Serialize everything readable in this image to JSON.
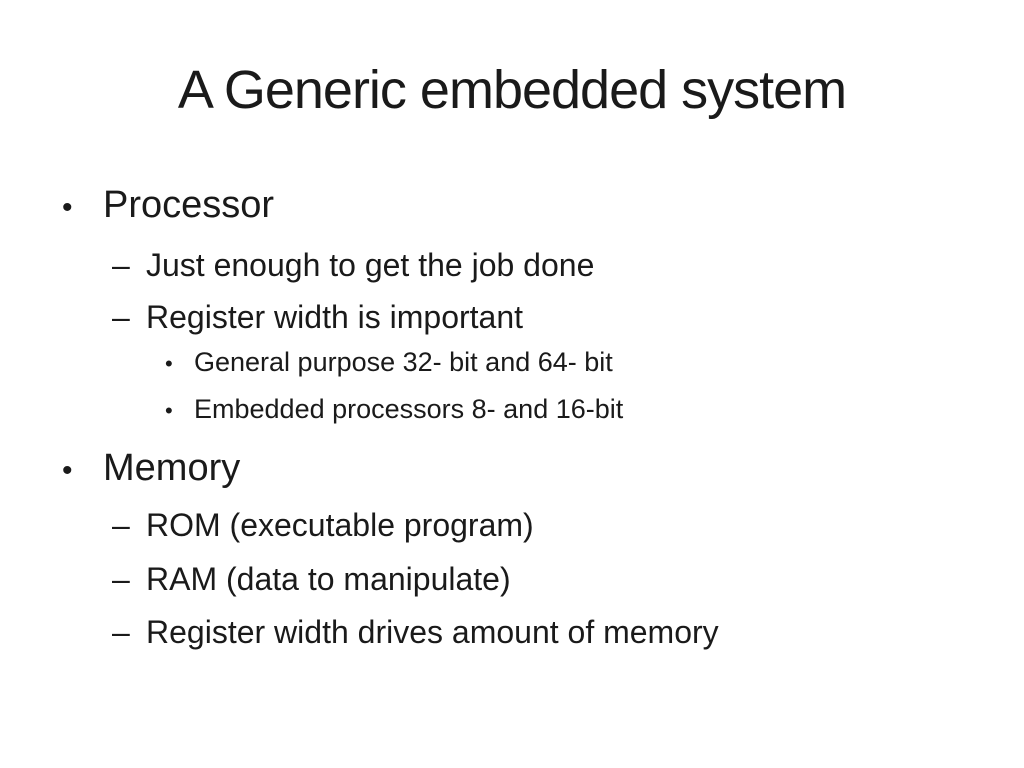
{
  "slide": {
    "title": "A Generic embedded system",
    "colors": {
      "background": "#ffffff",
      "text": "#1a1a1a"
    },
    "bullets": [
      {
        "level": 1,
        "marker": "•",
        "text": "Processor"
      },
      {
        "level": 2,
        "marker": "–",
        "text": "Just enough to get the job done"
      },
      {
        "level": 2,
        "marker": "–",
        "text": "Register width is important"
      },
      {
        "level": 3,
        "marker": "•",
        "text": "General purpose 32- bit and 64- bit"
      },
      {
        "level": 3,
        "marker": "•",
        "text": "Embedded processors 8- and 16-bit"
      },
      {
        "level": 1,
        "marker": "•",
        "text": "Memory"
      },
      {
        "level": 2,
        "marker": "–",
        "text": "ROM (executable program)"
      },
      {
        "level": 2,
        "marker": "–",
        "text": "RAM (data to manipulate)"
      },
      {
        "level": 2,
        "marker": "–",
        "text": "Register width drives amount of memory"
      }
    ]
  }
}
